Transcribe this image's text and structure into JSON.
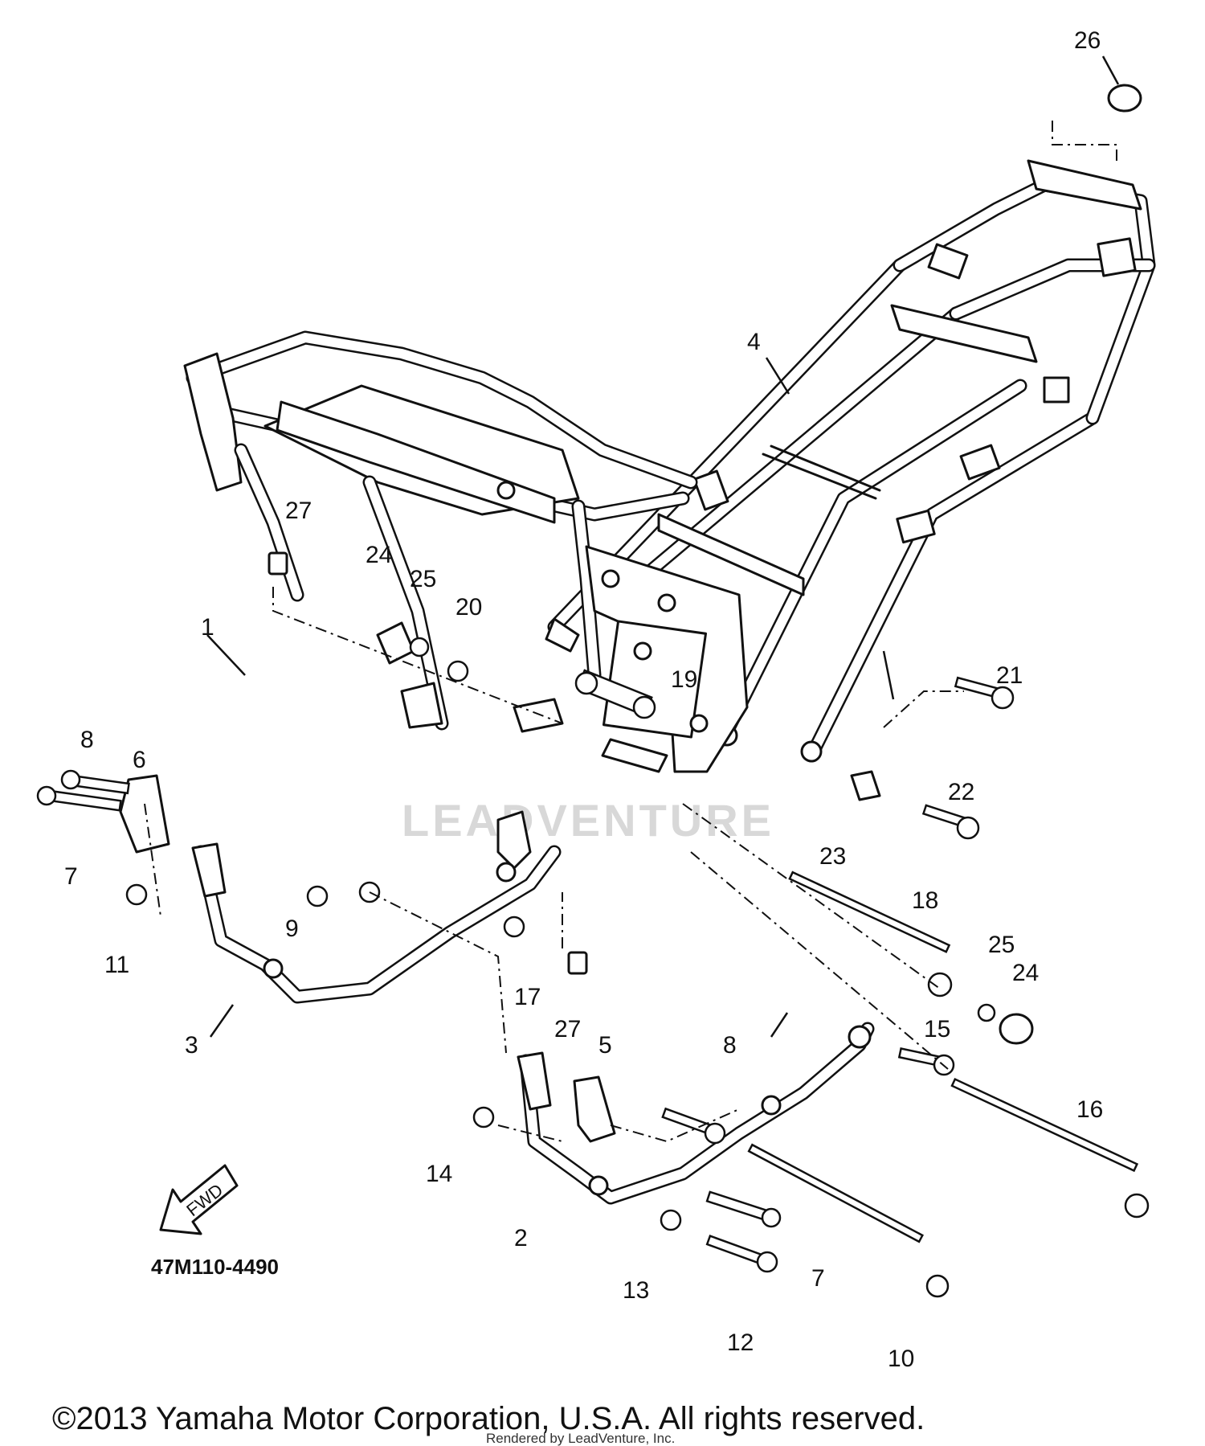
{
  "callouts": {
    "c1": "1",
    "c2": "2",
    "c3": "3",
    "c4": "4",
    "c5": "5",
    "c6": "6",
    "c7a": "7",
    "c7b": "7",
    "c8a": "8",
    "c8b": "8",
    "c9": "9",
    "c10": "10",
    "c11": "11",
    "c12": "12",
    "c13": "13",
    "c14": "14",
    "c15": "15",
    "c16": "16",
    "c17": "17",
    "c18": "18",
    "c19": "19",
    "c20": "20",
    "c21": "21",
    "c22": "22",
    "c23": "23",
    "c24a": "24",
    "c24b": "24",
    "c25a": "25",
    "c25b": "25",
    "c26": "26",
    "c27a": "27",
    "c27b": "27"
  },
  "fwd_label": "FWD",
  "drawing_code": "47M110-4490",
  "copyright": "©2013 Yamaha Motor Corporation, U.S.A. All rights reserved.",
  "rendered_by": "Rendered by LeadVenture, Inc.",
  "watermark": "LEADVENTURE"
}
